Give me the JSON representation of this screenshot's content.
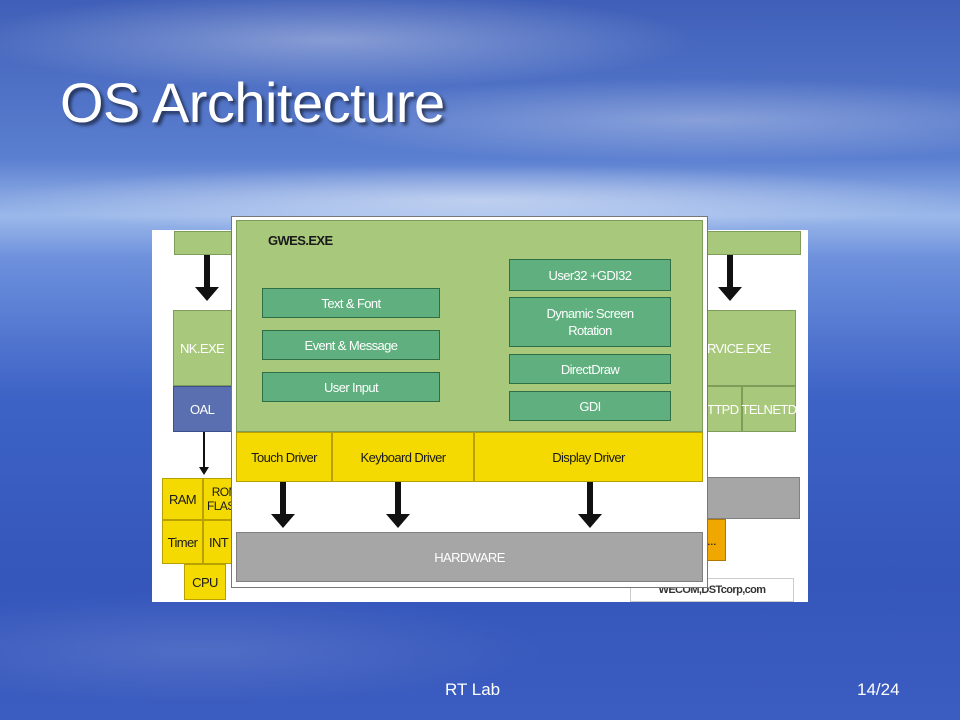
{
  "slide": {
    "title": "OS Architecture",
    "footer_center": "RT Lab",
    "footer_right": "14/24"
  },
  "diagram": {
    "back": {
      "nk": "NK.EXE",
      "oal": "OAL",
      "ram": "RAM",
      "rom": "ROM FLASH",
      "timer": "Timer",
      "int": "INT",
      "cpu": "CPU",
      "service": "RVICE.EXE",
      "httpd": "TTPD",
      "telnetd": "TELNETD",
      "dots": "..."
    },
    "gwes": {
      "title": "GWES.EXE",
      "text_font": "Text & Font",
      "event_message": "Event & Message",
      "user_input": "User Input",
      "user32": "User32 +GDI32",
      "dynamic_rotation": "Dynamic Screen Rotation",
      "directdraw": "DirectDraw",
      "gdi": "GDI"
    },
    "drivers": {
      "touch": "Touch Driver",
      "keyboard": "Keyboard Driver",
      "display": "Display Driver"
    },
    "hardware": "HARDWARE",
    "credit": "WECOM,DSTcorp,com"
  }
}
